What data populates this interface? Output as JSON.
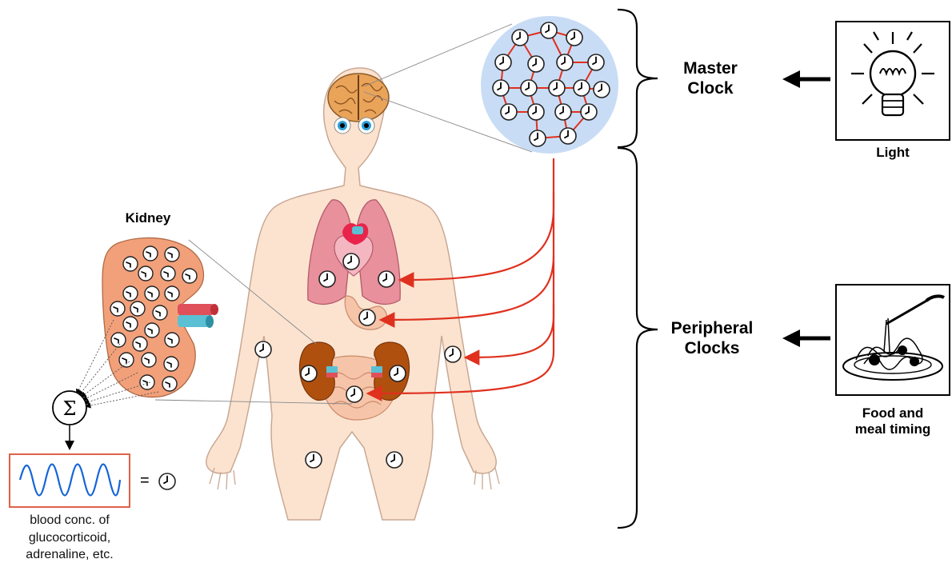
{
  "labels": {
    "kidney": "Kidney",
    "master_clock_line1": "Master",
    "master_clock_line2": "Clock",
    "peripheral_line1": "Peripheral",
    "peripheral_line2": "Clocks",
    "light": "Light",
    "food_line1": "Food and",
    "food_line2": "meal timing",
    "sum_symbol": "Σ",
    "equals": "=",
    "caption_line1": "blood conc. of",
    "caption_line2": "glucocorticoid,",
    "caption_line3": "adrenaline, etc."
  },
  "colors": {
    "skin": "#fbe3d0",
    "skin_outline": "#c9a893",
    "lung": "#e8909c",
    "kidney_organ": "#b0500f",
    "kidney_zoom": "#f2a07a",
    "scn_bg": "#c9dcf5",
    "network_line": "#e0301e",
    "arrow_red": "#e0301e",
    "wave": "#1565d8",
    "wave_box": "#e0614a",
    "artery": "#e0505a",
    "vein": "#5bc0d4"
  },
  "icons": [
    "clock-icon",
    "light-bulb-icon",
    "spaghetti-plate-icon",
    "brain-icon",
    "eye-icon",
    "heart-icon",
    "sum-icon",
    "sine-wave-icon"
  ]
}
